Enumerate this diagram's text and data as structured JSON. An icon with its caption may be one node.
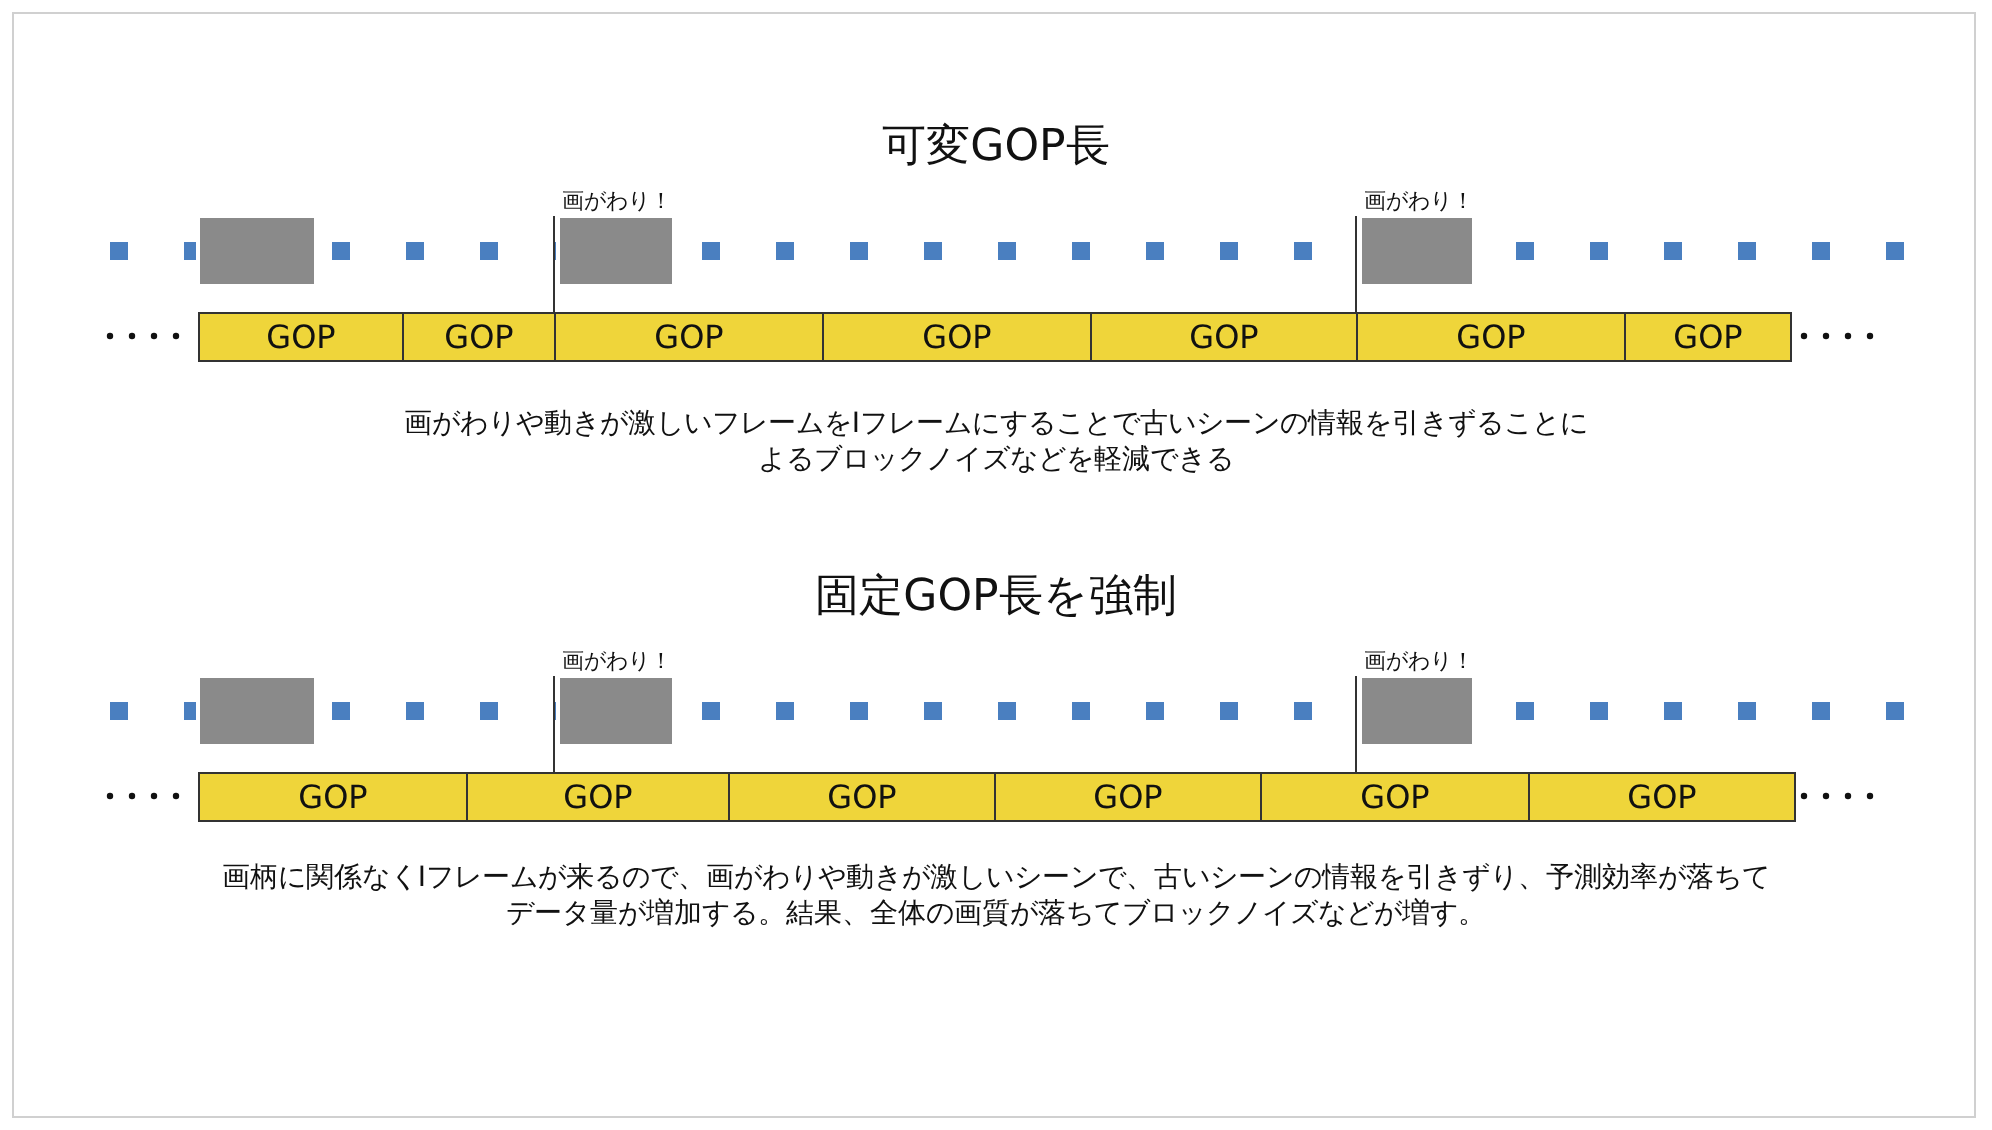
{
  "diagram": {
    "nodes": [
      {
        "text": [
          "GOP"
        ]
      },
      {
        "text": [
          "GOP"
        ]
      },
      {
        "text": [
          "GOP"
        ]
      },
      {
        "text": [
          "GOP"
        ]
      },
      {
        "text": [
          "GOP"
        ]
      },
      {
        "text": [
          "GOP"
        ]
      },
      {
        "text": [
          "GOP"
        ]
      },
      {
        "text": [
          "GOP"
        ]
      },
      {
        "text": [
          "GOP"
        ]
      },
      {
        "text": [
          "GOP"
        ]
      },
      {
        "text": [
          "GOP"
        ]
      },
      {
        "text": [
          "GOP"
        ]
      },
      {
        "text": [
          "GOP"
        ]
      },
      {
        "text": [
          "画がわり！"
        ]
      },
      {
        "text": [
          "画がわり！"
        ]
      },
      {
        "text": [
          "画がわり！"
        ]
      },
      {
        "text": [
          "画がわり！"
        ]
      }
    ],
    "edges": [
      {
        "from": 13,
        "to": 1,
        "arrow": "none"
      },
      {
        "from": 14,
        "to": 4,
        "arrow": "none"
      },
      {
        "from": 15,
        "to": 8,
        "arrow": "none"
      },
      {
        "from": 16,
        "to": 11,
        "arrow": "none"
      }
    ],
    "labels": [
      "可変GOP長",
      "画がわりや動きが激しいフレームをIフレームにすることで古いシーンの情報を引きずることによるブロックノイズなどを軽減できる",
      "固定GOP長を強制",
      "画柄に関係なくIフレームが来るので、画がわりや動きが激しいシーンで、古いシーンの情報を引きずり、予測効率が落ちてデータ量が増加する。結果、全体の画質が落ちてブロックノイズなどが増す。"
    ]
  }
}
